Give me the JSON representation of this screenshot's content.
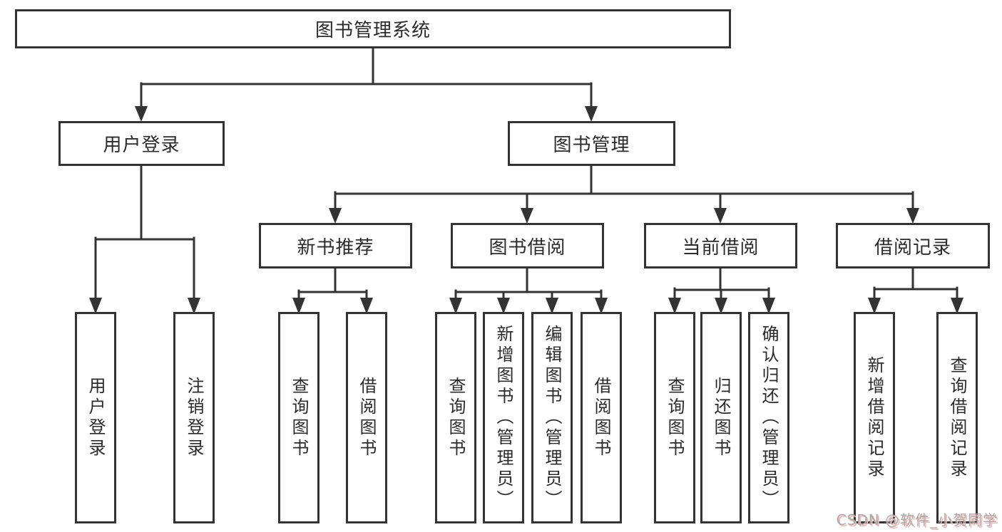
{
  "tree": {
    "root": {
      "id": "library-system",
      "label": "图书管理系统"
    },
    "level2": [
      {
        "id": "user-login",
        "label": "用户登录",
        "parent": "library-system"
      },
      {
        "id": "book-management",
        "label": "图书管理",
        "parent": "library-system"
      }
    ],
    "level3": [
      {
        "id": "new-book-recommendation",
        "label": "新书推荐",
        "parent": "book-management"
      },
      {
        "id": "book-borrowing",
        "label": "图书借阅",
        "parent": "book-management"
      },
      {
        "id": "current-borrowing",
        "label": "当前借阅",
        "parent": "book-management"
      },
      {
        "id": "borrowing-records",
        "label": "借阅记录",
        "parent": "book-management"
      }
    ],
    "leaves": [
      {
        "id": "leaf-user-login",
        "label": "用户登录",
        "parent": "user-login"
      },
      {
        "id": "leaf-logout",
        "label": "注销登录",
        "parent": "user-login"
      },
      {
        "id": "leaf-query-books-recommend",
        "label": "查询图书",
        "parent": "new-book-recommendation"
      },
      {
        "id": "leaf-borrow-books-recommend",
        "label": "借阅图书",
        "parent": "new-book-recommendation"
      },
      {
        "id": "leaf-query-books-borrowing",
        "label": "查询图书",
        "parent": "book-borrowing"
      },
      {
        "id": "leaf-add-books-admin",
        "label": "新增图书（管理员）",
        "parent": "book-borrowing"
      },
      {
        "id": "leaf-edit-books-admin",
        "label": "编辑图书（管理员）",
        "parent": "book-borrowing"
      },
      {
        "id": "leaf-borrow-books-borrowing",
        "label": "借阅图书",
        "parent": "book-borrowing"
      },
      {
        "id": "leaf-query-books-current",
        "label": "查询图书",
        "parent": "current-borrowing"
      },
      {
        "id": "leaf-return-books",
        "label": "归还图书",
        "parent": "current-borrowing"
      },
      {
        "id": "leaf-confirm-return-admin",
        "label": "确认归还（管理员）",
        "parent": "current-borrowing"
      },
      {
        "id": "leaf-add-borrowing-record",
        "label": "新增借阅记录",
        "parent": "borrowing-records"
      },
      {
        "id": "leaf-query-borrowing-record",
        "label": "查询借阅记录",
        "parent": "borrowing-records"
      }
    ]
  },
  "watermark": {
    "text": "CSDN @软件_小贺同学"
  },
  "colors": {
    "line": "#333333",
    "box_border": "#333333",
    "text": "#2b2b2b",
    "background": "#ffffff",
    "watermark_text": "#a9a9a9",
    "watermark_shadow": "#f2b4b4"
  }
}
